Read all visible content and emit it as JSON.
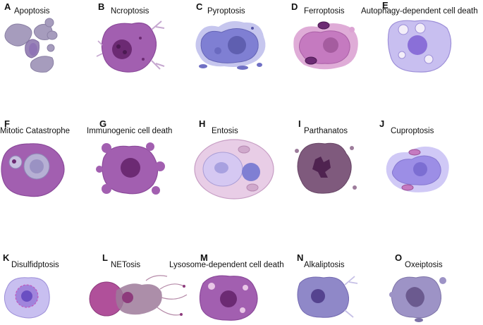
{
  "panels": [
    {
      "letter": "A",
      "title": "Apoptosis",
      "icon": "apoptotic-bodies-icon"
    },
    {
      "letter": "B",
      "title": "Ncroptosis",
      "icon": "necroptotic-cell-icon"
    },
    {
      "letter": "C",
      "title": "Pyroptosis",
      "icon": "pyroptotic-cell-icon"
    },
    {
      "letter": "D",
      "title": "Ferroptosis",
      "icon": "ferroptotic-cell-icon"
    },
    {
      "letter": "E",
      "title": "Autophagy-dependent cell death",
      "icon": "autophagic-cell-icon"
    },
    {
      "letter": "F",
      "title": "Mitotic Catastrophe",
      "icon": "mitotic-catastrophe-cell-icon"
    },
    {
      "letter": "G",
      "title": "Immunogenic cell death",
      "icon": "immunogenic-cell-icon"
    },
    {
      "letter": "H",
      "title": "Entosis",
      "icon": "entotic-cell-icon"
    },
    {
      "letter": "I",
      "title": "Parthanatos",
      "icon": "parthanatos-cell-icon"
    },
    {
      "letter": "J",
      "title": "Cuproptosis",
      "icon": "cuproptotic-cell-icon"
    },
    {
      "letter": "K",
      "title": "Disulfidptosis",
      "icon": "disulfidptotic-cell-icon"
    },
    {
      "letter": "L",
      "title": "NETosis",
      "icon": "netosis-cell-icon"
    },
    {
      "letter": "M",
      "title": "Lysosome-dependent cell death",
      "icon": "lysosomal-cell-icon"
    },
    {
      "letter": "N",
      "title": "Alkaliptosis",
      "icon": "alkaliptotic-cell-icon"
    },
    {
      "letter": "O",
      "title": "Oxeiptosis",
      "icon": "oxeiptotic-cell-icon"
    }
  ],
  "colors": {
    "purple_body": "#a25fb0",
    "purple_dark": "#6c2a73",
    "lavender": "#b9a8e0",
    "blue_violet": "#7f7fd3",
    "grey_purple": "#9d93b6",
    "dark_mauve": "#7f5a7d",
    "entosis_outer": "#e8cde6",
    "entosis_inner": "#d5c8f2"
  }
}
